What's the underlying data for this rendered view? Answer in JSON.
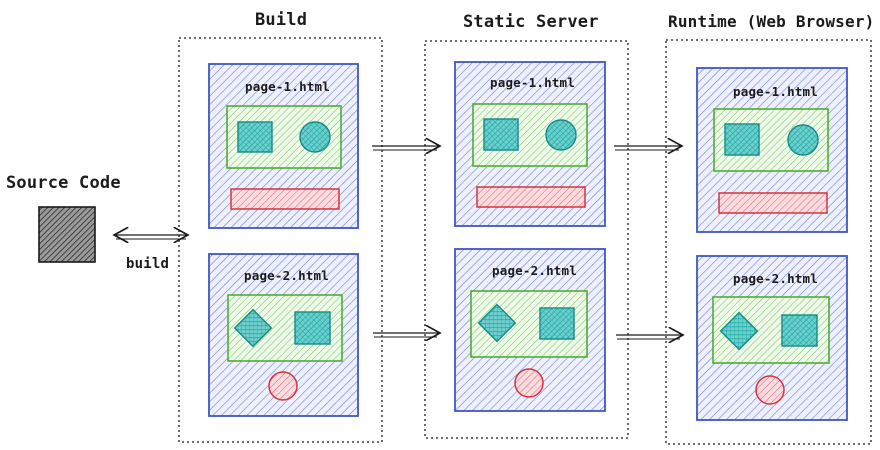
{
  "source": {
    "title": "Source Code",
    "edge_label": "build"
  },
  "columns": [
    {
      "title": "Build"
    },
    {
      "title": "Static Server"
    },
    {
      "title": "Runtime (Web Browser)"
    }
  ],
  "pages": [
    {
      "title": "page-1.html"
    },
    {
      "title": "page-2.html"
    }
  ],
  "colors": {
    "page_border": "#3f55c6",
    "page_fill": "#eef0fc",
    "component_border": "#4fae34",
    "component_fill": "#eef9e9",
    "teal": "#18a7a3",
    "red": "#d6333f",
    "ink": "#1b1b1b"
  }
}
